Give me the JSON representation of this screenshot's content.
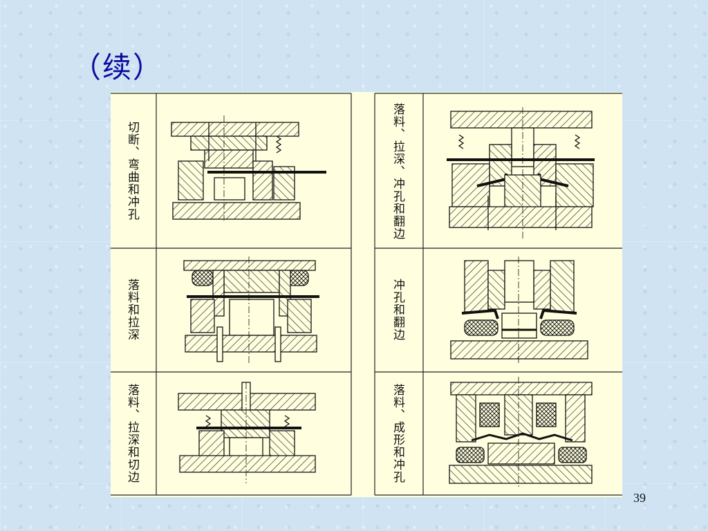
{
  "slide": {
    "title": "（续）",
    "page_number": "39"
  },
  "table": {
    "cells": [
      {
        "label": "切断、弯曲和冲孔"
      },
      {
        "label": "落料和拉深"
      },
      {
        "label": "落料、拉深和切边"
      },
      {
        "label": "落料、拉深、冲孔和翻边"
      },
      {
        "label": "冲孔和翻边"
      },
      {
        "label": "落料、成形和冲孔"
      }
    ]
  },
  "colors": {
    "background": "#cfe3f3",
    "title": "#0a0aa0",
    "panel": "#ffffe0",
    "line": "#111111"
  }
}
